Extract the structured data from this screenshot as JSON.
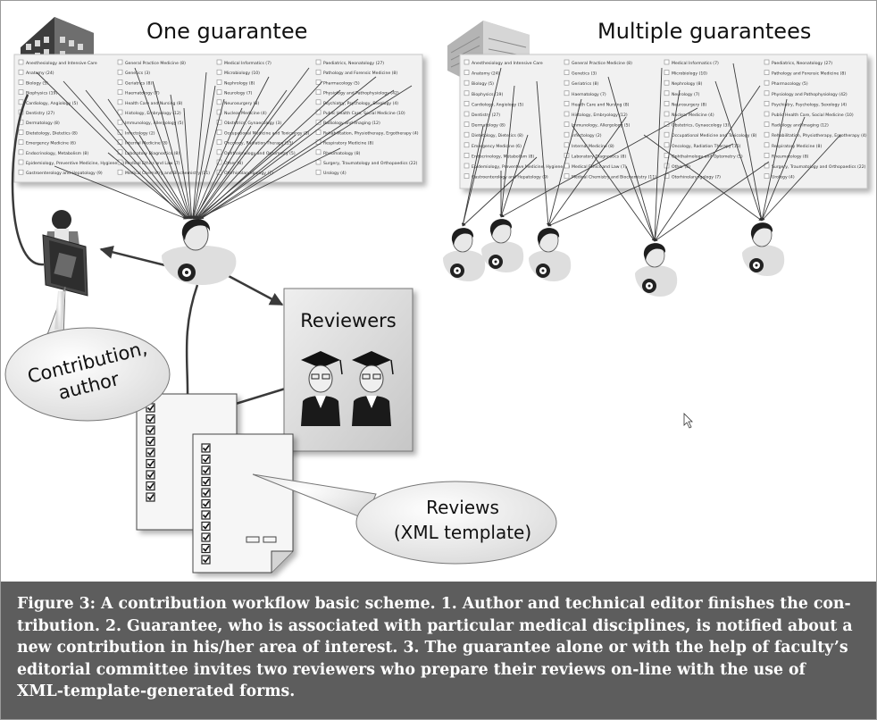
{
  "titles": {
    "one": "One guarantee",
    "multiple": "Multiple guarantees"
  },
  "disciplines": [
    [
      "Anesthesiology and Intensive Care",
      "Anatomy (24)",
      "Biology (5)",
      "Biophysics (19)",
      "Cardiology, Angiology (5)",
      "Dentistry (27)",
      "Dermatology (8)",
      "Dietetology, Dietetics (8)",
      "Emergency Medicine (6)",
      "Endocrinology, Metabolism (8)",
      "Epidemiology, Preventive Medicine, Hygiene (8)",
      "Gastroenterology and Hepatology (9)"
    ],
    [
      "General Practice Medicine (8)",
      "Genetics (3)",
      "Geriatrics (8)",
      "Haematology (7)",
      "Health Care and Nursing (8)",
      "Histology, Embryology (12)",
      "Immunology, Allergology (5)",
      "Infectology (2)",
      "Internal Medicine (8)",
      "Laboratory Diagnostics (8)",
      "Medical Ethics and Law (7)",
      "Medical Chemistry and Biochemistry (11)"
    ],
    [
      "Medical Informatics (7)",
      "Microbiology (10)",
      "Nephrology (8)",
      "Neurology (7)",
      "Neurosurgery (8)",
      "Nuclear Medicine (4)",
      "Obstetrics, Gynaecology (3)",
      "Occupational Medicine and Toxicology (8)",
      "Oncology, Radiation Therapy (15)",
      "Ophthalmology and Optometry (5)",
      "Other (8)",
      "Otorhinolaryngology (7)"
    ],
    [
      "Paediatrics, Neonatology (27)",
      "Pathology and Forensic Medicine (8)",
      "Pharmacology (5)",
      "Physiology and Pathophysiology (42)",
      "Psychiatry, Psychology, Sexology (4)",
      "Public Health Care, Social Medicine (10)",
      "Radiology and Imaging (12)",
      "Rehabilitation, Physiotherapy, Ergotherapy (4)",
      "Respiratory Medicine (8)",
      "Rheumatology (8)",
      "Surgery, Traumatology and Orthopaedics (22)",
      "Urology (4)"
    ]
  ],
  "labels": {
    "reviewers": "Reviewers",
    "bubble_author": [
      "Contribution,",
      "author"
    ],
    "bubble_reviews": [
      "Reviews",
      "(XML template)"
    ]
  },
  "caption": [
    "Figure 3: A contribution workflow basic scheme. 1. Author and technical editor finishes the con-",
    "tribution. 2. Guarantee, who is associated with particular medical disciplines, is notified about a",
    "new contribution in his/her area of interest. 3. The guarantee alone or with the help of faculty’s",
    "editorial committee invites two reviewers who prepare their reviews on-line with the use of",
    "XML-template-generated forms."
  ]
}
